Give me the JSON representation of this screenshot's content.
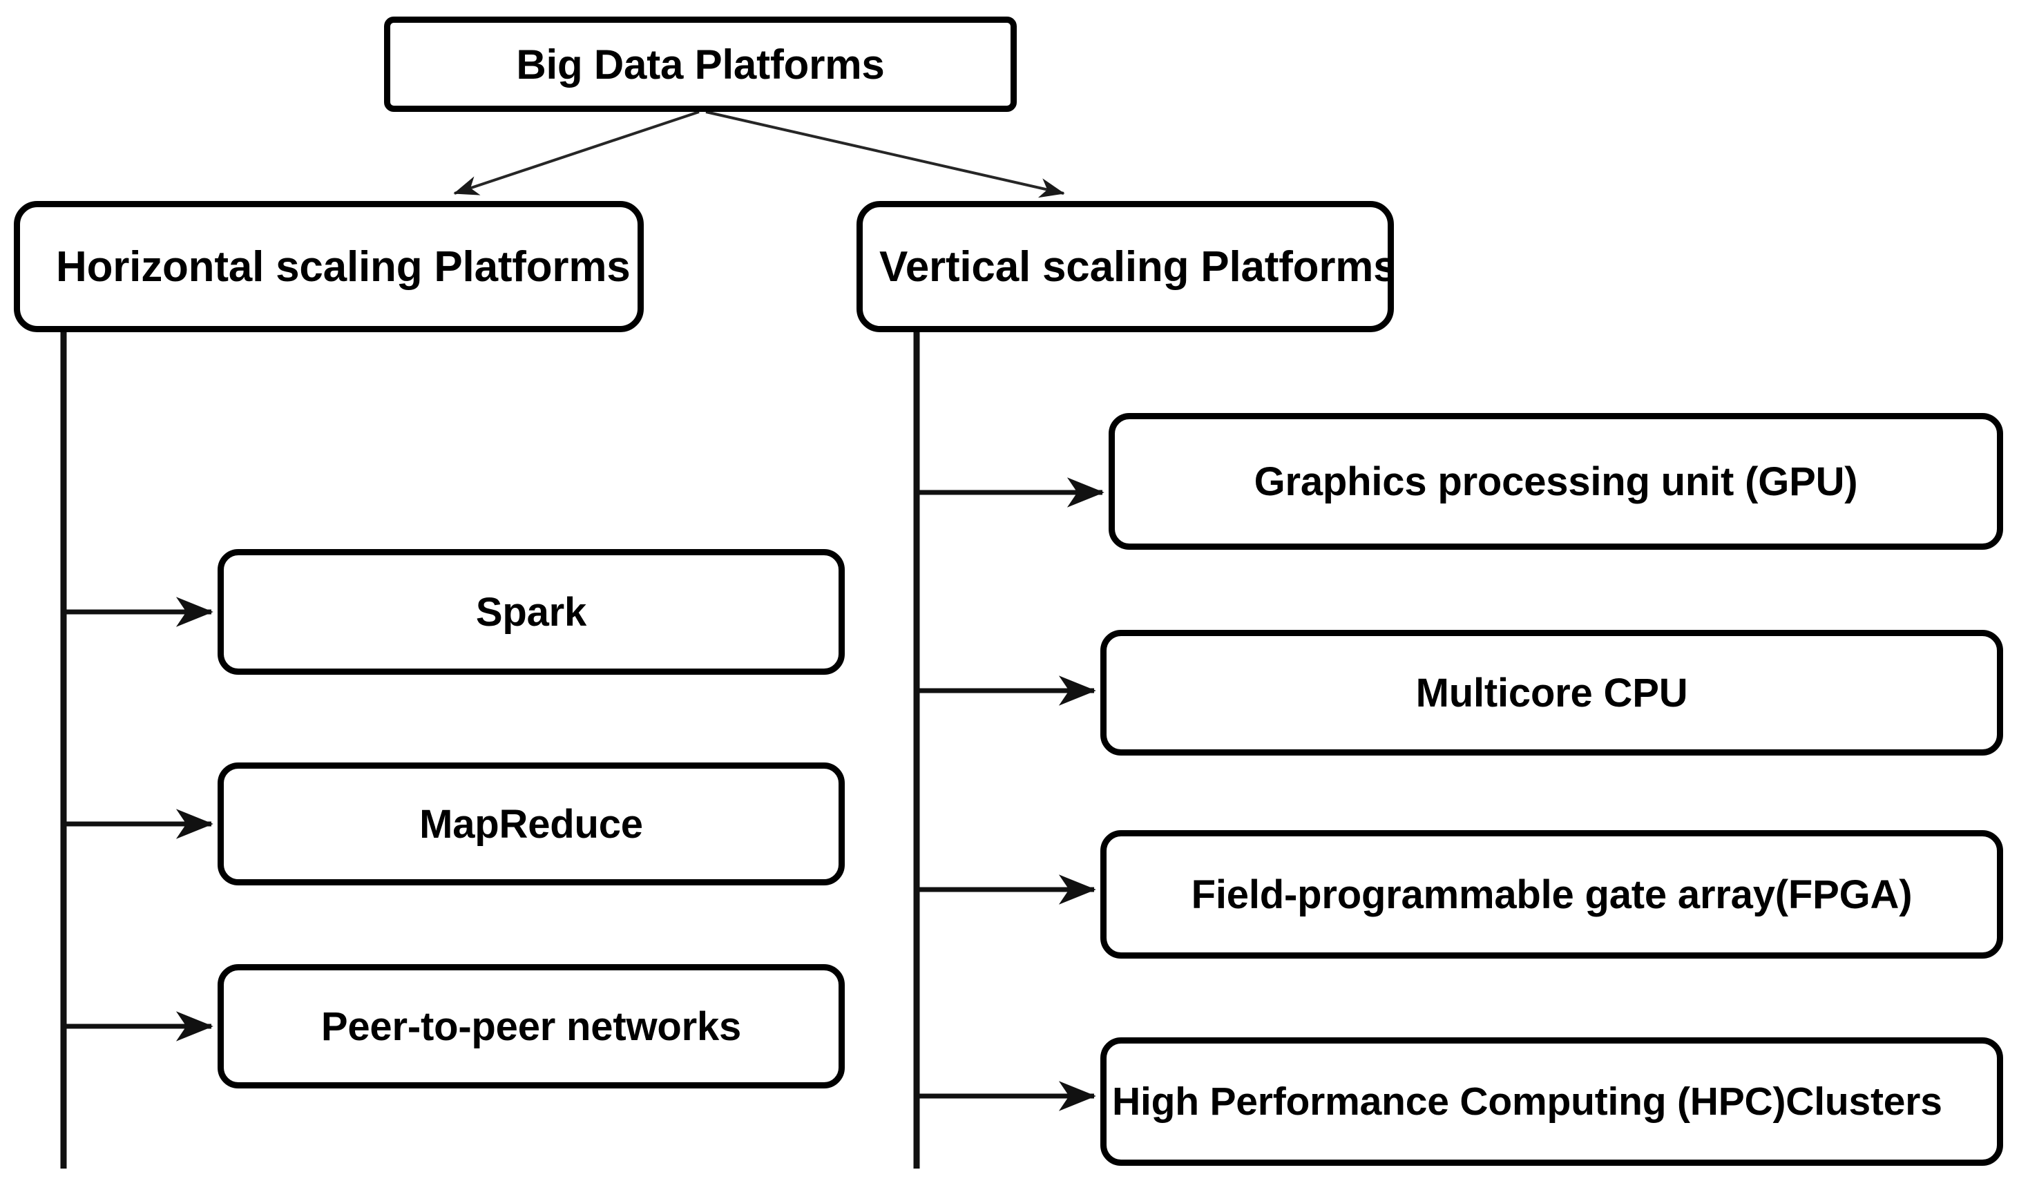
{
  "diagram": {
    "type": "hierarchy-tree",
    "root": {
      "label": "Big Data Platforms"
    },
    "branches": [
      {
        "label": "Horizontal scaling Platforms",
        "children": [
          {
            "label": "Spark"
          },
          {
            "label": "MapReduce"
          },
          {
            "label": "Peer-to-peer networks"
          }
        ]
      },
      {
        "label": "Vertical scaling Platforms",
        "children": [
          {
            "label": "Graphics processing unit (GPU)"
          },
          {
            "label": "Multicore CPU"
          },
          {
            "label": "Field-programmable gate array(FPGA)"
          },
          {
            "label": "High Performance Computing (HPC)Clusters"
          }
        ]
      }
    ],
    "colors": {
      "node_border": "#000000",
      "node_fill": "#ffffff",
      "connector": "#1a1a1a",
      "text": "#000000",
      "background": "#ffffff"
    }
  }
}
